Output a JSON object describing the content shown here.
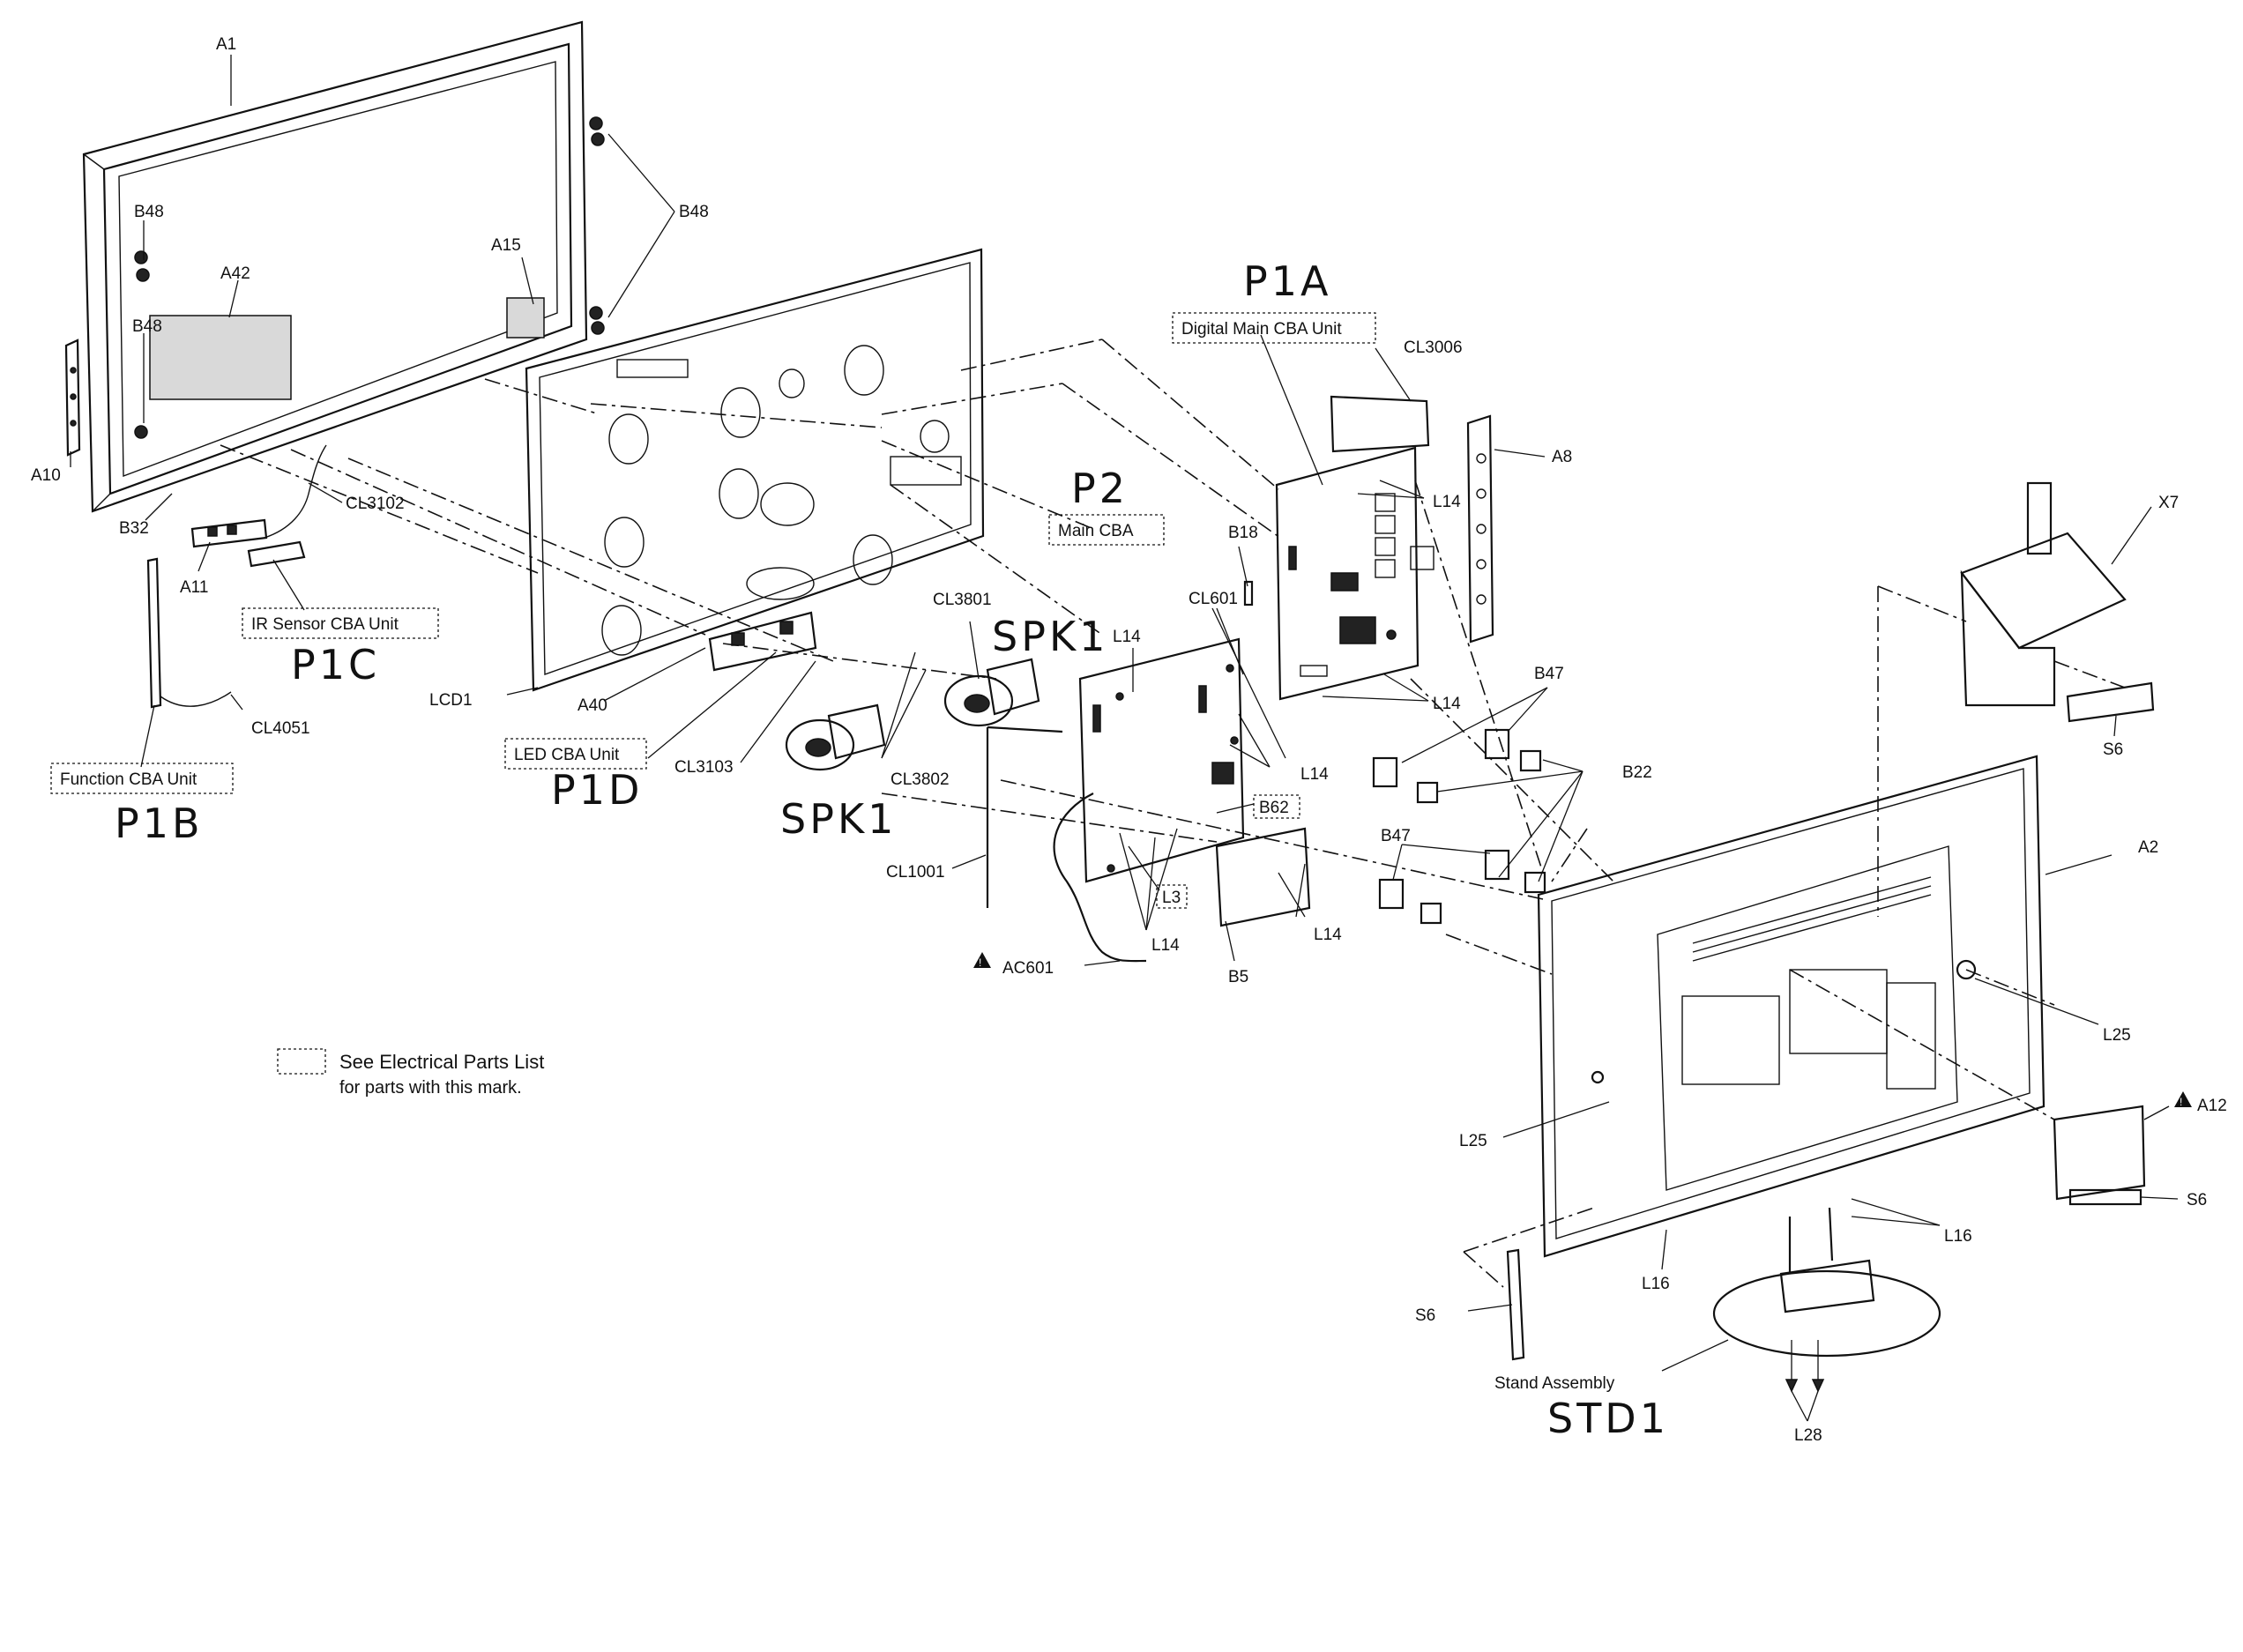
{
  "labels": {
    "a1": "A1",
    "b48_left_top": "B48",
    "b48_left_bottom": "B48",
    "b48_right": "B48",
    "a42": "A42",
    "a15": "A15",
    "a10": "A10",
    "b32": "B32",
    "a11": "A11",
    "cl3102": "CL3102",
    "cl4051": "CL4051",
    "lcd1": "LCD1",
    "a40": "A40",
    "cl3103": "CL3103",
    "cl3801": "CL3801",
    "cl3802": "CL3802",
    "cl1001": "CL1001",
    "ac601": "AC601",
    "l14_main_top": "L14",
    "l14_main_right": "L14",
    "l14_main_bottom": "L14",
    "l14_b5": "L14",
    "b62": "B62",
    "l3": "L3",
    "b5": "B5",
    "b18": "B18",
    "cl601": "CL601",
    "cl3006": "CL3006",
    "a8": "A8",
    "l14_digital_top": "L14",
    "l14_digital_bottom": "L14",
    "x7": "X7",
    "s6_top": "S6",
    "b47_top": "B47",
    "b47_bottom": "B47",
    "b22": "B22",
    "a2": "A2",
    "l25_right": "L25",
    "l25_left": "L25",
    "a12": "A12",
    "s6_right": "S6",
    "l16_right": "L16",
    "l16_left": "L16",
    "s6_left": "S6",
    "l28": "L28"
  },
  "boxed_labels": {
    "ir_sensor": "IR Sensor CBA Unit",
    "function_cba": "Function CBA Unit",
    "led_cba": "LED CBA Unit",
    "main_cba": "Main CBA",
    "digital_main_cba": "Digital Main CBA Unit",
    "stand_assembly": "Stand Assembly"
  },
  "handwritten": {
    "p1a": "P1A",
    "p2": "P2",
    "p1c": "P1C",
    "p1b": "P1B",
    "p1d": "P1D",
    "spk1_top": "SPK1",
    "spk1_bottom": "SPK1",
    "std1": "STD1"
  },
  "legend": {
    "line1": "See Electrical Parts List",
    "line2": "for parts with this mark."
  },
  "warning_symbol": "triangle-warning-icon",
  "colors": {
    "ink": "#111111",
    "paper": "#ffffff"
  }
}
